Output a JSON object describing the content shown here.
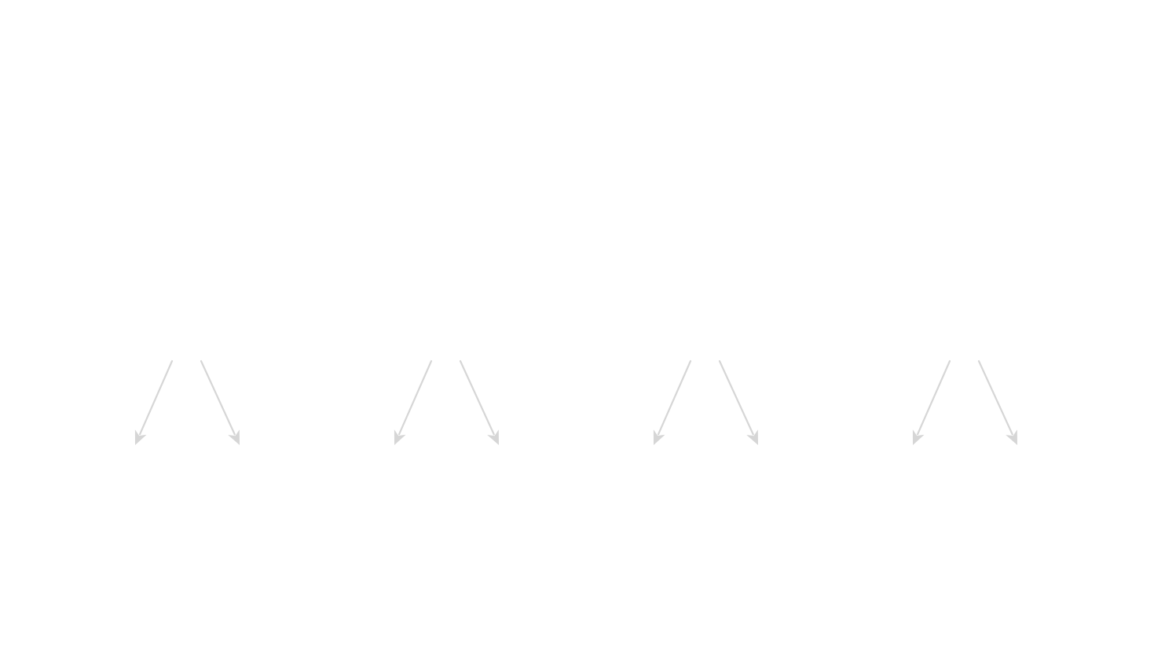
{
  "colors": {
    "background": "#ffffff",
    "arrow": "#d6d6d6"
  },
  "groups": [
    {
      "arrows": [
        {
          "direction": "down-left"
        },
        {
          "direction": "down-right"
        }
      ]
    },
    {
      "arrows": [
        {
          "direction": "down-left"
        },
        {
          "direction": "down-right"
        }
      ]
    },
    {
      "arrows": [
        {
          "direction": "down-left"
        },
        {
          "direction": "down-right"
        }
      ]
    },
    {
      "arrows": [
        {
          "direction": "down-left"
        },
        {
          "direction": "down-right"
        }
      ]
    }
  ]
}
